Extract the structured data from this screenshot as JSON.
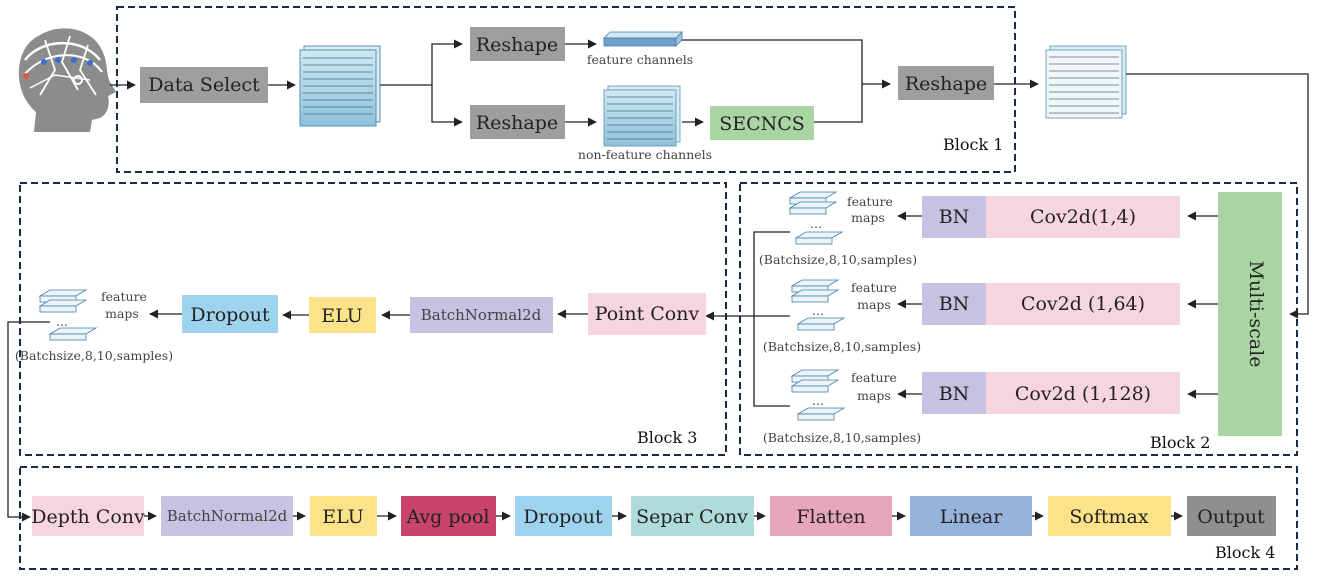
{
  "colors": {
    "gray": "#9e9e9e",
    "green": "#a8d5a2",
    "purple": "#c7c1e2",
    "pink": "#f6d5df",
    "yellow": "#fce38a",
    "blue": "#9ed3ee",
    "crimson": "#c8446a",
    "teal": "#b0dbdb",
    "rose": "#e8a6bd",
    "steel": "#97b3db",
    "darkgray": "#8f8f8f",
    "border": "#1a2a4a"
  },
  "block1": {
    "label": "Block 1",
    "data_select": "Data Select",
    "reshape_top": "Reshape",
    "reshape_bottom": "Reshape",
    "reshape_right": "Reshape",
    "secncs": "SECNCS",
    "feature_channels": "feature channels",
    "non_feature_channels": "non-feature channels"
  },
  "block2": {
    "label": "Block 2",
    "multiscale": "Multi-scale",
    "rows": [
      {
        "bn": "BN",
        "conv": "Cov2d(1,4)",
        "feature": "feature",
        "maps": "maps",
        "ellipsis": "...",
        "shape": "(Batchsize,8,10,samples)"
      },
      {
        "bn": "BN",
        "conv": "Cov2d (1,64)",
        "feature": "feature",
        "maps": "maps",
        "ellipsis": "...",
        "shape": "(Batchsize,8,10,samples)"
      },
      {
        "bn": "BN",
        "conv": "Cov2d (1,128)",
        "feature": "feature",
        "maps": "maps",
        "ellipsis": "...",
        "shape": "(Batchsize,8,10,samples)"
      }
    ]
  },
  "block3": {
    "label": "Block 3",
    "point_conv": "Point Conv",
    "batchnorm": "BatchNormal2d",
    "elu": "ELU",
    "dropout": "Dropout",
    "feature": "feature",
    "maps": "maps",
    "ellipsis": "...",
    "shape": "(Batchsize,8,10,samples)"
  },
  "block4": {
    "label": "Block 4",
    "steps": [
      "Depth Conv",
      "BatchNormal2d",
      "ELU",
      "Avg pool",
      "Dropout",
      "Separ Conv",
      "Flatten",
      "Linear",
      "Softmax",
      "Output"
    ]
  }
}
